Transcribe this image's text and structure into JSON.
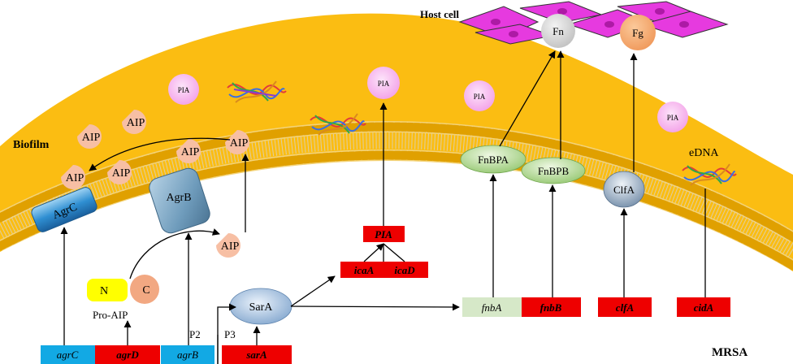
{
  "labels": {
    "host_cell": "Host cell",
    "biofilm": "Biofilm",
    "mrsa": "MRSA",
    "edna": "eDNA",
    "pro_aip": "Pro-AIP",
    "n_term": "N",
    "c_term": "C",
    "p2": "P2",
    "p3": "P3",
    "pia": "PIA",
    "aip": "AIP"
  },
  "host_proteins": {
    "fn": "Fn",
    "fg": "Fg"
  },
  "proteins": {
    "agrc": "AgrC",
    "agrb": "AgrB",
    "sara": "SarA",
    "fnbpa": "FnBPA",
    "fnbpb": "FnBPB",
    "clfa": "ClfA"
  },
  "genes": {
    "pia": "PIA",
    "icaa": "icaA",
    "icad": "icaD",
    "agrc": "agrC",
    "agrd": "agrD",
    "agrb": "agrB",
    "sara": "sarA",
    "fnba": "fnbA",
    "fnbb": "fnbB",
    "clfa": "clfA",
    "cida": "cidA"
  },
  "colors": {
    "biofilm": "#fbbd12",
    "gene_red": "#ee0000",
    "gene_blue": "#12a9e4",
    "gene_pale_green": "#d6e8c8",
    "aip": "#f7bfa4",
    "pia_ball": "#f7b8ee",
    "host_cell": "#e63adf",
    "fn": "#d4d4d4",
    "fg": "#f4a76c"
  }
}
